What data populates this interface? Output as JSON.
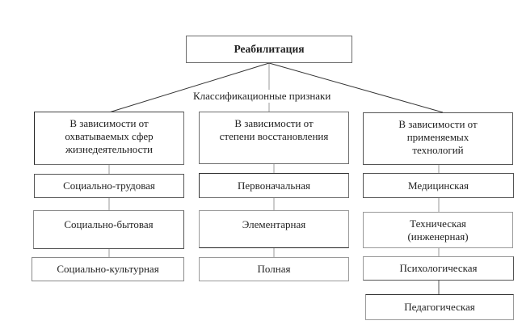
{
  "root": {
    "title": "Реабилитация"
  },
  "connector_label": "Классификационные признаки",
  "columns": [
    {
      "header": "В зависимости от охватываемых сфер жизнедеятельности",
      "header_lines": [
        "В зависимости от",
        "охватываемых сфер",
        "жизнедеятельности"
      ],
      "items": [
        "Социально-трудовая",
        "Социально-бытовая",
        "Социально-культурная"
      ]
    },
    {
      "header": "В зависимости от степени восстановления",
      "header_lines": [
        "В зависимости от",
        "степени восстановления"
      ],
      "items": [
        "Первоначальная",
        "Элементарная",
        "Полная"
      ]
    },
    {
      "header": "В зависимости от применяемых технологий",
      "header_lines": [
        "В зависимости от",
        "применяемых",
        "технологий"
      ],
      "items": [
        "Медицинская",
        "Техническая (инженерная)",
        "Психологическая",
        "Педагогическая"
      ],
      "item_lines": {
        "1": [
          "Техническая",
          "(инженерная)"
        ]
      }
    }
  ]
}
